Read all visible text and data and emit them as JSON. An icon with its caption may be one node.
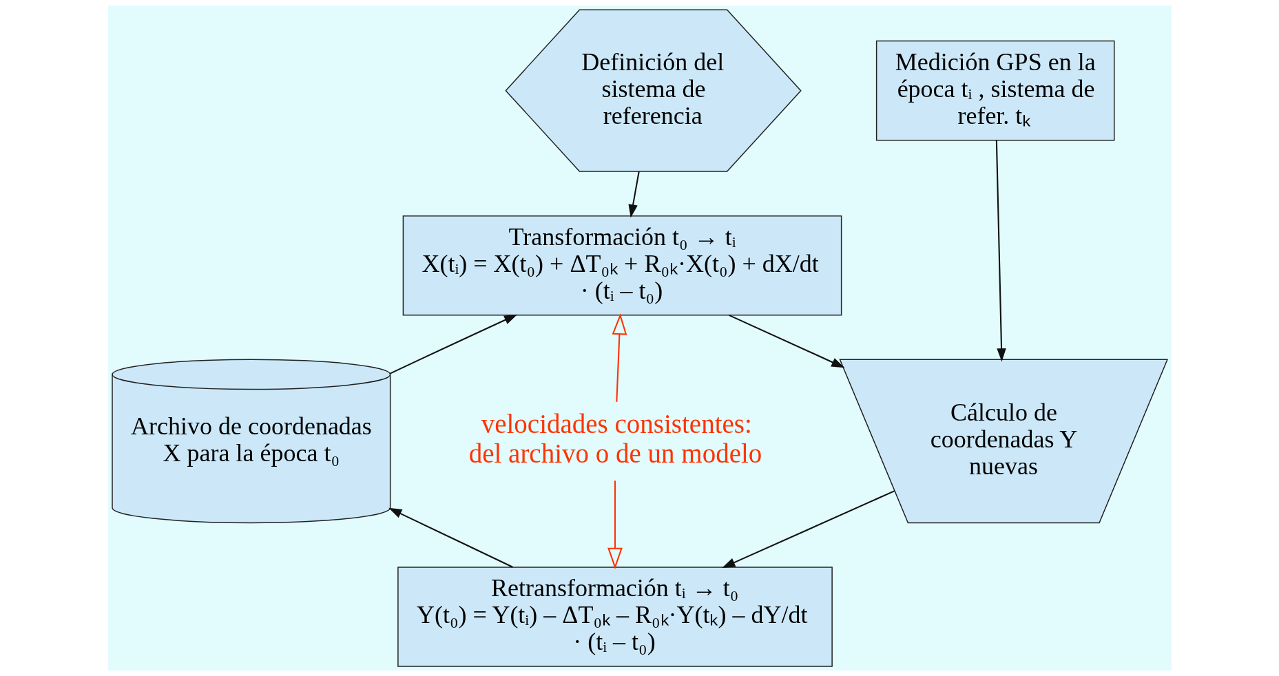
{
  "diagram": {
    "nodes": [
      {
        "text": [
          "Definición del sistema de referencia"
        ]
      },
      {
        "text": [
          "Medición GPS en la época tᵢ , sistema de refer. tₖ"
        ]
      },
      {
        "text": [
          "Transformación t₀ → tᵢ",
          "X(tᵢ) = X(t₀) + ΔT₀ₖ + R₀ₖ·X(t₀) + dX/dt · (tᵢ – t₀)"
        ]
      },
      {
        "text": [
          "Archivo de coordenadas X para la época t₀"
        ]
      },
      {
        "text": [
          "Cálculo de coordenadas Y nuevas"
        ]
      },
      {
        "text": [
          "velocidades consistentes: del archivo o de un modelo"
        ]
      },
      {
        "text": [
          "Retransformación tᵢ → t₀",
          "Y(t₀) = Y(tᵢ) – ΔT₀ₖ – R₀ₖ·Y(tₖ) – dY/dt · (tᵢ – t₀)"
        ]
      }
    ],
    "edges": [
      {
        "from": 0,
        "to": 2,
        "arrow": "to"
      },
      {
        "from": 3,
        "to": 2,
        "arrow": "to"
      },
      {
        "from": 2,
        "to": 4,
        "arrow": "to"
      },
      {
        "from": 1,
        "to": 4,
        "arrow": "to"
      },
      {
        "from": 5,
        "to": 2,
        "arrow": "to",
        "color": "#ff3300"
      },
      {
        "from": 5,
        "to": 6,
        "arrow": "to",
        "color": "#ff3300"
      },
      {
        "from": 4,
        "to": 6,
        "arrow": "to"
      },
      {
        "from": 6,
        "to": 3,
        "arrow": "to"
      }
    ]
  }
}
